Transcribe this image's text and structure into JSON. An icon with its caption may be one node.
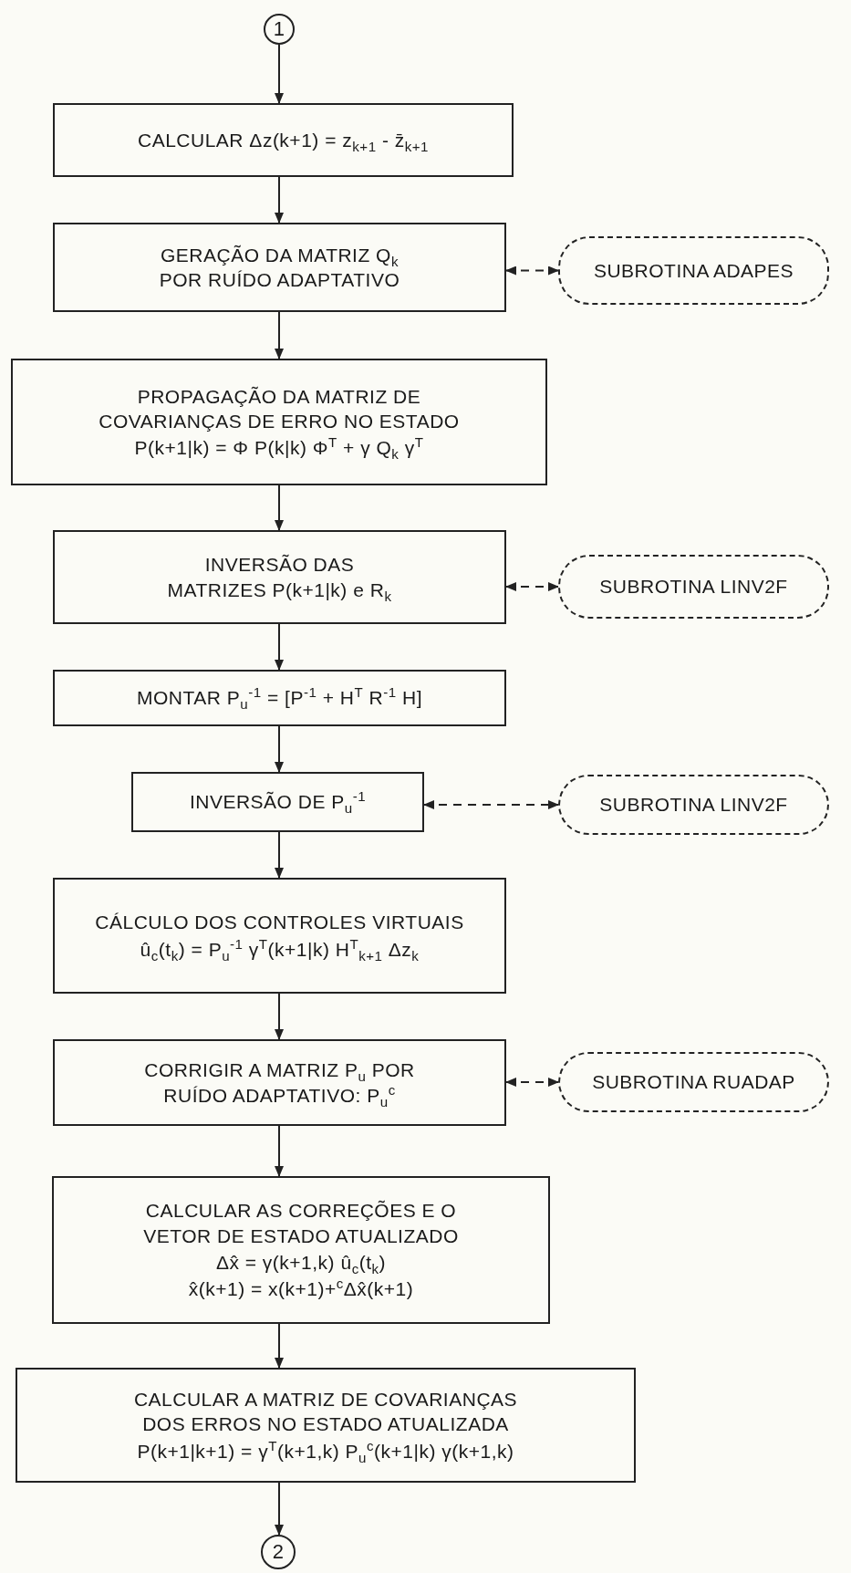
{
  "diagram": {
    "nodes": [
      {
        "text": [
          "1"
        ]
      },
      {
        "text": [
          "CALCULAR Δz(k+1) = z$_{k+1}$ - z̄$_{k+1}$"
        ]
      },
      {
        "text": [
          "GERAÇÃO DA MATRIZ Q$_{k}$ POR RUÍDO ADAPTATIVO"
        ]
      },
      {
        "text": [
          "SUBROTINA ADAPES"
        ]
      },
      {
        "text": [
          "PROPAGAÇÃO DA MATRIZ DE COVARIANÇAS DE ERRO NO ESTADO",
          "P(k+1|k) = Φ P(k|k) Φ$^{T}$ + γ Q$_{k}$ γ$^{T}$"
        ]
      },
      {
        "text": [
          "INVERSÃO DAS MATRIZES P(k+1|k) e R$_{k}$"
        ]
      },
      {
        "text": [
          "SUBROTINA LINV2F"
        ]
      },
      {
        "text": [
          "MONTAR P$_{u}$$^{-1}$ = [P$^{-1}$ + H$^{T}$ R$^{-1}$ H]"
        ]
      },
      {
        "text": [
          "INVERSÃO DE P$_{u}$$^{-1}$"
        ]
      },
      {
        "text": [
          "SUBROTINA LINV2F"
        ]
      },
      {
        "text": [
          "CÁLCULO DOS CONTROLES VIRTUAIS",
          "û$_{c}$(t$_{k}$) = P$_{u}$$^{-1}$ γ$^{T}$(k+1|k) H$^{T}$$_{k+1}$ Δz$_{k}$"
        ]
      },
      {
        "text": [
          "CORRIGIR A MATRIZ P$_{u}$ POR RUÍDO ADAPTATIVO: P$_{u}$$^{c}$"
        ]
      },
      {
        "text": [
          "SUBROTINA RUADAP"
        ]
      },
      {
        "text": [
          "CALCULAR AS CORREÇÕES E O VETOR DE ESTADO ATUALIZADO",
          "Δx̂ = γ(k+1,k) û$_{c}$(t$_{k}$)",
          "x̂(k+1) = x(k+1)+$^{c}$Δx̂(k+1)"
        ]
      },
      {
        "text": [
          "CALCULAR A MATRIZ DE COVARIANÇAS DOS ERROS NO ESTADO ATUALIZADA",
          "P(k+1|k+1) = γ$^{T}$(k+1,k) P$_{u}$$^{c}$(k+1|k) γ(k+1,k)"
        ]
      },
      {
        "text": [
          "2"
        ]
      }
    ],
    "edges": [
      {
        "from": 0,
        "to": 1,
        "arrow": "to"
      },
      {
        "from": 1,
        "to": 2,
        "arrow": "to"
      },
      {
        "from": 2,
        "to": 3,
        "arrow": "both",
        "style": "dashed"
      },
      {
        "from": 2,
        "to": 4,
        "arrow": "to"
      },
      {
        "from": 4,
        "to": 5,
        "arrow": "to"
      },
      {
        "from": 5,
        "to": 6,
        "arrow": "both",
        "style": "dashed"
      },
      {
        "from": 5,
        "to": 7,
        "arrow": "to"
      },
      {
        "from": 7,
        "to": 8,
        "arrow": "to"
      },
      {
        "from": 8,
        "to": 9,
        "arrow": "both",
        "style": "dashed"
      },
      {
        "from": 8,
        "to": 10,
        "arrow": "to"
      },
      {
        "from": 10,
        "to": 11,
        "arrow": "to"
      },
      {
        "from": 11,
        "to": 12,
        "arrow": "both",
        "style": "dashed"
      },
      {
        "from": 11,
        "to": 13,
        "arrow": "to"
      },
      {
        "from": 13,
        "to": 14,
        "arrow": "to"
      },
      {
        "from": 14,
        "to": 15,
        "arrow": "to"
      }
    ]
  }
}
